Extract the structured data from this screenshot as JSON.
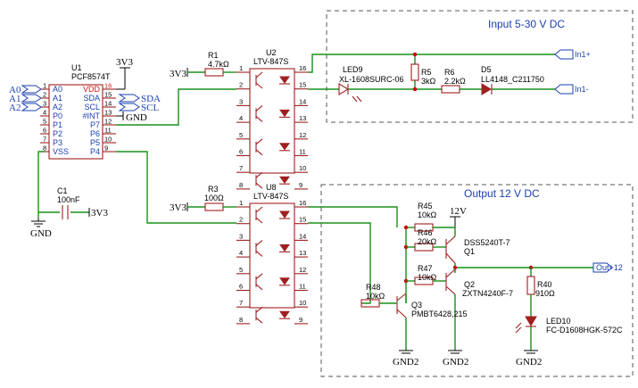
{
  "sections": {
    "input_title": "Input 5-30 V DC",
    "output_title": "Output 12 V DC"
  },
  "u1": {
    "ref": "U1",
    "part": "PCF8574T",
    "left_pins": [
      {
        "num": "1",
        "name": "A0"
      },
      {
        "num": "2",
        "name": "A1"
      },
      {
        "num": "3",
        "name": "A2"
      },
      {
        "num": "4",
        "name": "P0"
      },
      {
        "num": "5",
        "name": "P1"
      },
      {
        "num": "6",
        "name": "P2"
      },
      {
        "num": "7",
        "name": "P3"
      },
      {
        "num": "8",
        "name": "VSS"
      }
    ],
    "right_pins": [
      {
        "num": "16",
        "name": "VDD"
      },
      {
        "num": "15",
        "name": "SDA"
      },
      {
        "num": "14",
        "name": "SCL"
      },
      {
        "num": "13",
        "name": "#INT"
      },
      {
        "num": "12",
        "name": "P7"
      },
      {
        "num": "11",
        "name": "P6"
      },
      {
        "num": "10",
        "name": "P5"
      },
      {
        "num": "9",
        "name": "P4"
      }
    ]
  },
  "nets": {
    "a0": "A0",
    "a1": "A1",
    "a2": "A2",
    "sda": "SDA",
    "scl": "SCL",
    "v3_top": "3V3",
    "v3_r1": "3V3",
    "v3_r3": "3V3",
    "v3_c1": "3V3",
    "gnd_u1": "GND",
    "gnd_c1": "GND",
    "v12": "12V",
    "gnd2_a": "GND2",
    "gnd2_b": "GND2",
    "gnd2_c": "GND2"
  },
  "ports": {
    "in_plus": "In1+",
    "in_minus": "In1-",
    "out_plus": "Out+12"
  },
  "u2": {
    "ref": "U2",
    "part": "LTV-847S",
    "left_nums": [
      "1",
      "2",
      "3",
      "4",
      "5",
      "6",
      "7",
      "8"
    ],
    "right_nums": [
      "16",
      "15",
      "14",
      "13",
      "12",
      "11",
      "10",
      "9"
    ]
  },
  "u8": {
    "ref": "U8",
    "part": "LTV-847S",
    "left_nums": [
      "1",
      "2",
      "3",
      "4",
      "5",
      "6",
      "7",
      "8"
    ],
    "right_nums": [
      "16",
      "15",
      "14",
      "13",
      "12",
      "11",
      "10",
      "9"
    ]
  },
  "components": {
    "r1": {
      "ref": "R1",
      "value": "4.7kΩ"
    },
    "r3": {
      "ref": "R3",
      "value": "100Ω"
    },
    "c1": {
      "ref": "C1",
      "value": "100nF"
    },
    "led9": {
      "ref": "LED9",
      "value": "XL-1608SURC-06"
    },
    "r5": {
      "ref": "R5",
      "value": "3kΩ"
    },
    "r6": {
      "ref": "R6",
      "value": "2.2kΩ"
    },
    "d5": {
      "ref": "D5",
      "value": "LL4148_C211750"
    },
    "r45": {
      "ref": "R45",
      "value": "10kΩ"
    },
    "r46": {
      "ref": "R46",
      "value": "20kΩ"
    },
    "r47": {
      "ref": "R47",
      "value": "10kΩ"
    },
    "r48": {
      "ref": "R48",
      "value": "10kΩ"
    },
    "q1": {
      "ref": "Q1",
      "value": "DSS5240T-7"
    },
    "q2": {
      "ref": "Q2",
      "value": "ZXTN4240F-7"
    },
    "q3": {
      "ref": "Q3",
      "value": "PMBT6428,215"
    },
    "r40": {
      "ref": "R40",
      "value": "910Ω"
    },
    "led10": {
      "ref": "LED10",
      "value": "FC-D1608HGK-572C"
    }
  }
}
